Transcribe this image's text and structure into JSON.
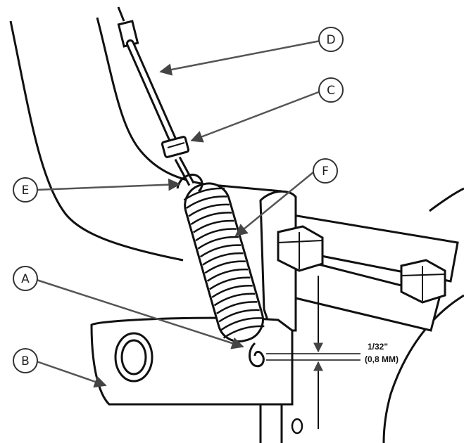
{
  "callouts": [
    {
      "id": "D",
      "label": "D"
    },
    {
      "id": "C",
      "label": "C"
    },
    {
      "id": "F",
      "label": "F"
    },
    {
      "id": "E",
      "label": "E"
    },
    {
      "id": "A",
      "label": "A"
    },
    {
      "id": "B",
      "label": "B"
    }
  ],
  "dimension": {
    "imperial": "1/32\"",
    "metric": "(0,8 MM)"
  },
  "colors": {
    "line": "#111111",
    "leader": "#555555",
    "callout_fill": "#ffffff"
  }
}
